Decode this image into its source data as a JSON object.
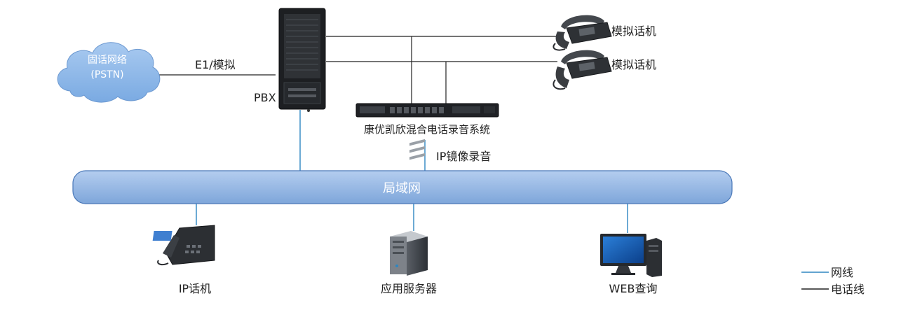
{
  "cloud": {
    "line1": "固话网络",
    "line2": "(PSTN)"
  },
  "links": {
    "e1": "E1/模拟",
    "ip_mirror": "IP镜像录音"
  },
  "pbx": {
    "label": "PBX"
  },
  "recorder": {
    "label": "康优凯欣混合电话录音系统"
  },
  "analog_phones": [
    {
      "label": "模拟话机"
    },
    {
      "label": "模拟话机"
    }
  ],
  "lan": {
    "label": "局域网"
  },
  "endpoints": {
    "ip_phone": "IP话机",
    "server": "应用服务器",
    "web": "WEB查询"
  },
  "legend": {
    "network": {
      "label": "网线",
      "color": "#2e86c1"
    },
    "phone_line": {
      "label": "电话线",
      "color": "#222222"
    }
  },
  "colors": {
    "lan_fill": "#8fb3e0",
    "lan_stroke": "#4a78b8",
    "cloud_fill": "#8fb8e8",
    "network_line": "#2e86c1"
  }
}
